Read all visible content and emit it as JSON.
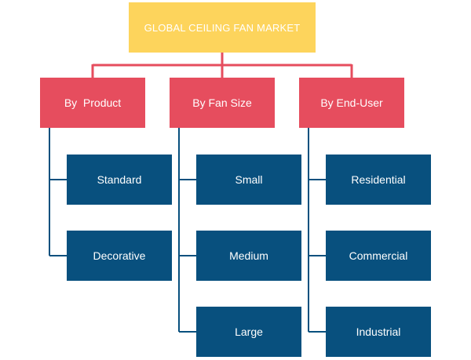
{
  "root": {
    "label": "GLOBAL CEILING FAN MARKET"
  },
  "categories": [
    {
      "label": "By  Product",
      "children": [
        "Standard",
        "Decorative"
      ]
    },
    {
      "label": "By Fan Size",
      "children": [
        "Small",
        "Medium",
        "Large"
      ]
    },
    {
      "label": "By End-User",
      "children": [
        "Residential",
        "Commercial",
        "Industrial"
      ]
    }
  ],
  "colors": {
    "root_fill": "#fdd45c",
    "category_fill": "#e64d5e",
    "leaf_fill": "#08507e",
    "root_connector": "#e64d5e",
    "leaf_connector": "#08507e"
  }
}
